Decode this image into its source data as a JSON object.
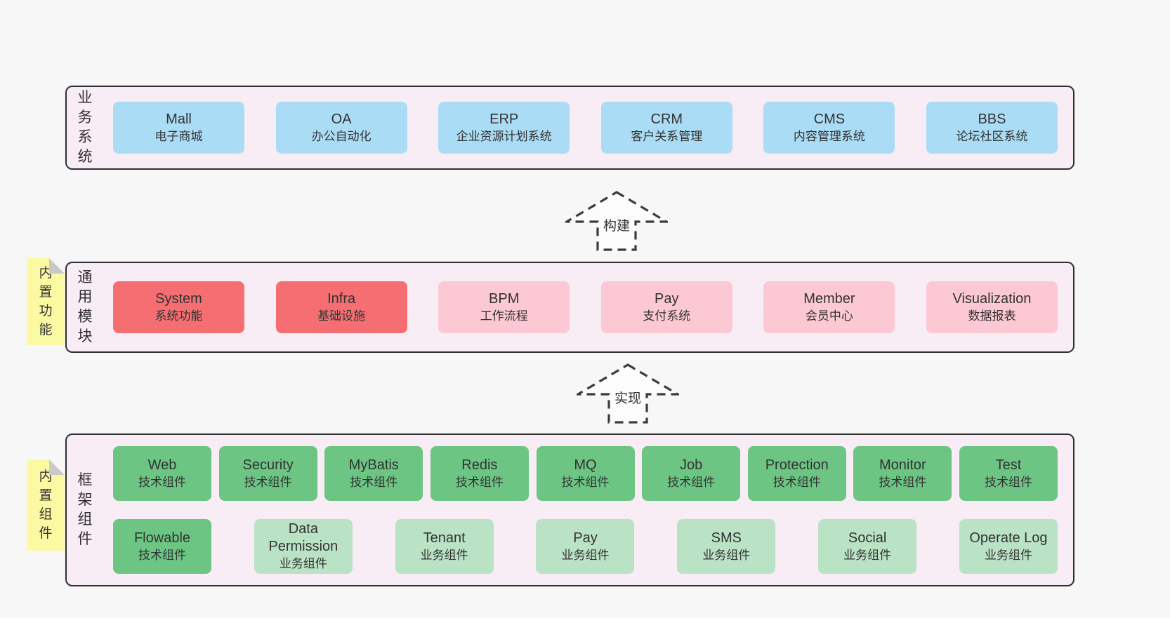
{
  "colors": {
    "page_bg": "#f7f7f7",
    "panel_bg": "#f8ecf5",
    "panel_border": "#2f2f2f",
    "blue_box": "#abdcf5",
    "red_box": "#f56f72",
    "pink_box": "#fcc8d3",
    "green_box": "#6cc583",
    "light_green_box": "#bae2c4",
    "sticky_yellow": "#fcf9a3",
    "sticky_fold": "#c9c9c9",
    "text": "#333333"
  },
  "arrows": {
    "build": "构建",
    "implement": "实现"
  },
  "business": {
    "label": "业务系统",
    "boxes": [
      {
        "name": "Mall",
        "desc": "电子商城"
      },
      {
        "name": "OA",
        "desc": "办公自动化"
      },
      {
        "name": "ERP",
        "desc": "企业资源计划系统"
      },
      {
        "name": "CRM",
        "desc": "客户关系管理"
      },
      {
        "name": "CMS",
        "desc": "内容管理系统"
      },
      {
        "name": "BBS",
        "desc": "论坛社区系统"
      }
    ]
  },
  "modules": {
    "note": "内置功能",
    "label": "通用模块",
    "boxes": [
      {
        "name": "System",
        "desc": "系统功能"
      },
      {
        "name": "Infra",
        "desc": "基础设施"
      },
      {
        "name": "BPM",
        "desc": "工作流程"
      },
      {
        "name": "Pay",
        "desc": "支付系统"
      },
      {
        "name": "Member",
        "desc": "会员中心"
      },
      {
        "name": "Visualization",
        "desc": "数据报表"
      }
    ]
  },
  "components": {
    "note": "内置组件",
    "label": "框架组件",
    "row1": [
      {
        "name": "Web",
        "desc": "技术组件"
      },
      {
        "name": "Security",
        "desc": "技术组件"
      },
      {
        "name": "MyBatis",
        "desc": "技术组件"
      },
      {
        "name": "Redis",
        "desc": "技术组件"
      },
      {
        "name": "MQ",
        "desc": "技术组件"
      },
      {
        "name": "Job",
        "desc": "技术组件"
      },
      {
        "name": "Protection",
        "desc": "技术组件"
      },
      {
        "name": "Monitor",
        "desc": "技术组件"
      }
    ],
    "row2": [
      {
        "name": "Test",
        "desc": "技术组件"
      },
      {
        "name": "Flowable",
        "desc": "技术组件"
      },
      {
        "name": "Data Permission",
        "desc": "业务组件"
      },
      {
        "name": "Tenant",
        "desc": "业务组件"
      },
      {
        "name": "Pay",
        "desc": "业务组件"
      },
      {
        "name": "SMS",
        "desc": "业务组件"
      },
      {
        "name": "Social",
        "desc": "业务组件"
      },
      {
        "name": "Operate Log",
        "desc": "业务组件"
      }
    ]
  }
}
